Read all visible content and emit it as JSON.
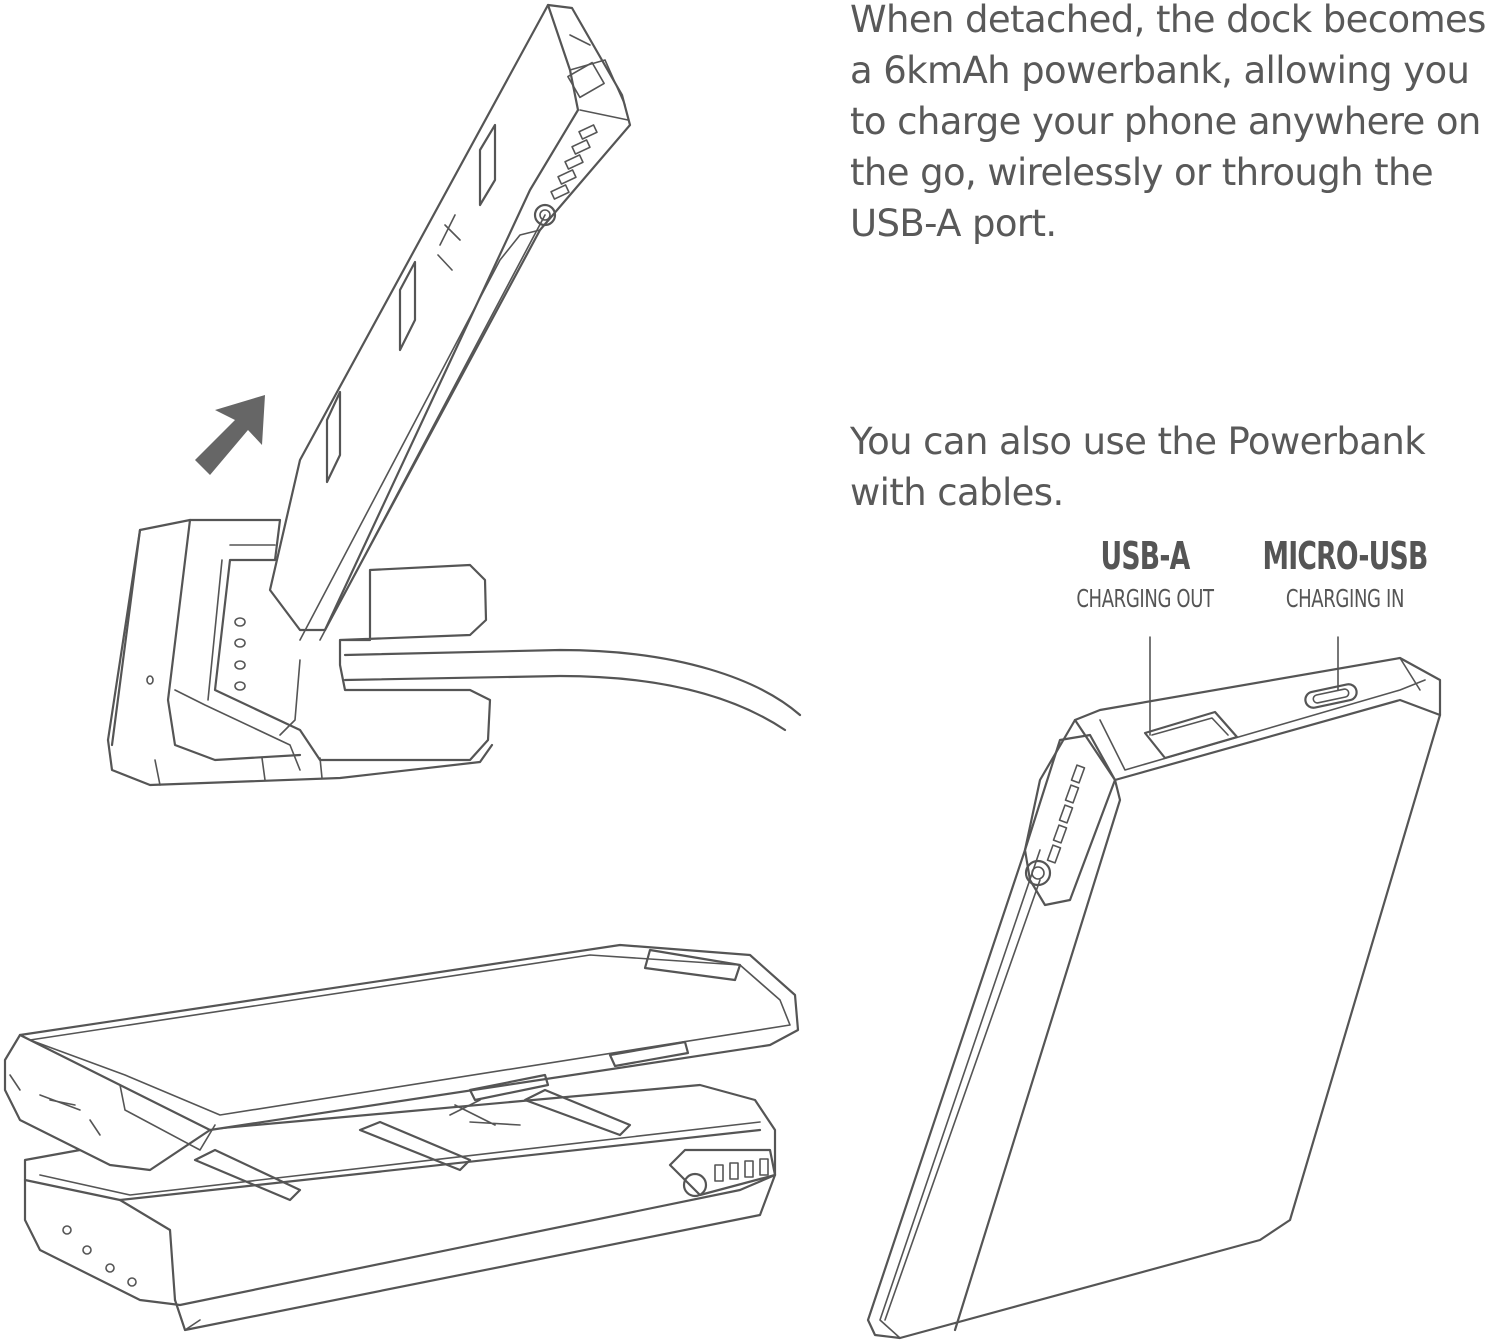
{
  "description_text": {
    "detached_lines": [
      "When detached, the dock becomes",
      "a 6kmAh powerbank, allowing you",
      "to charge your phone anywhere on",
      "the go, wirelessly or through the",
      "USB-A port."
    ],
    "cables_lines": [
      "You can also use the Powerbank",
      "with cables."
    ]
  },
  "ports": {
    "usb_a": {
      "title": "USB-A",
      "subtitle": "CHARGING OUT"
    },
    "micro_usb": {
      "title": "MICRO-USB",
      "subtitle": "CHARGING IN"
    }
  },
  "colors": {
    "ink": "#555555",
    "arrow": "#666666",
    "background": "#ffffff"
  }
}
